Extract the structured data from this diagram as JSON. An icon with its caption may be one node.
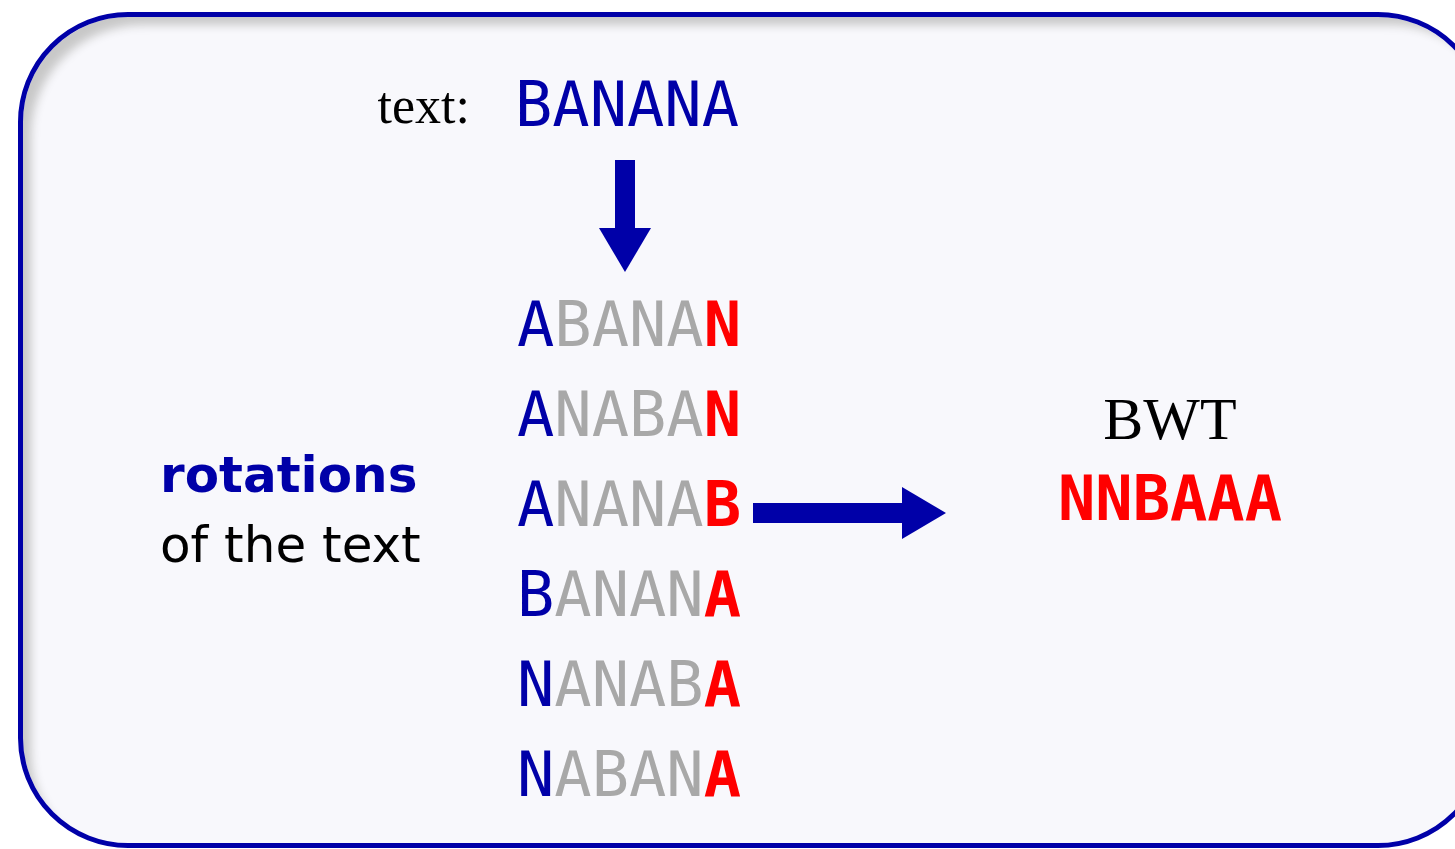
{
  "diagram": {
    "nodes": [
      {
        "text": [
          "BANANA"
        ],
        "beside": [
          "text:"
        ]
      },
      {
        "text": [
          "ABANAN",
          "ANABAN",
          "ANANAB",
          "BANANA",
          "NANABA",
          "NABANA"
        ],
        "beside": [
          "**rotations** of the text"
        ]
      },
      {
        "text": [
          "BWT",
          "NNBAAA"
        ]
      }
    ],
    "edges": [
      {
        "from": 0,
        "to": 1,
        "arrow": "to"
      },
      {
        "from": 1,
        "to": 2,
        "arrow": "to"
      }
    ]
  }
}
